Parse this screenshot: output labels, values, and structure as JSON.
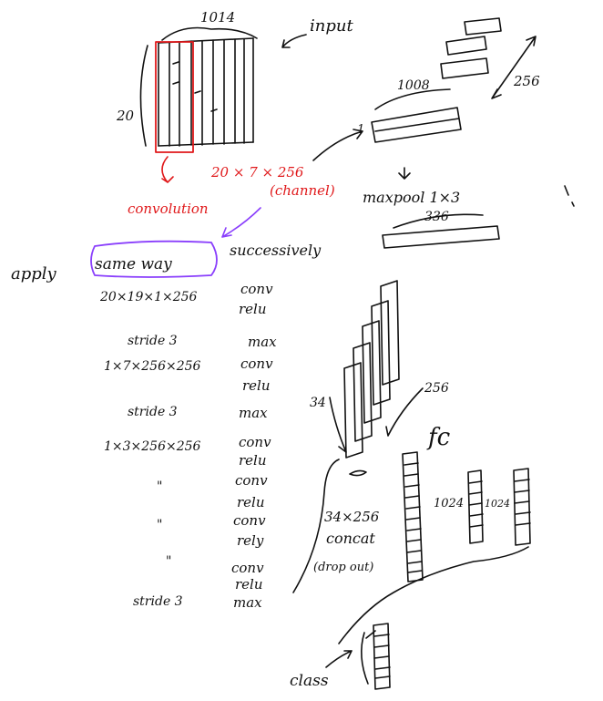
{
  "input": {
    "width_label": "1014",
    "height_label": "20",
    "title": "input"
  },
  "convolution": {
    "label": "convolution",
    "kernel_label": "20 × 7 × 256",
    "channel_label": "(channel)"
  },
  "feature_map": {
    "width_label": "1008",
    "depth_label": "256",
    "one_label": "1"
  },
  "maxpool": {
    "label": "maxpool 1×3",
    "width_label": "336"
  },
  "apply": {
    "apply_label": "apply",
    "same_way_label": "same way",
    "successively_label": "successively"
  },
  "layers": [
    {
      "shape": "20×19×1×256",
      "op1": "conv",
      "op2": "relu"
    },
    {
      "shape": "stride 3",
      "op1": "max",
      "op2": ""
    },
    {
      "shape": "1×7×256×256",
      "op1": "conv",
      "op2": "relu"
    },
    {
      "shape": "stride 3",
      "op1": "max",
      "op2": ""
    },
    {
      "shape": "1×3×256×256",
      "op1": "conv",
      "op2": "relu"
    },
    {
      "shape": "\"",
      "op1": "conv",
      "op2": "relu"
    },
    {
      "shape": "\"",
      "op1": "conv",
      "op2": "rely"
    },
    {
      "shape": "\"",
      "op1": "conv",
      "op2": "relu"
    },
    {
      "shape": "stride 3",
      "op1": "max",
      "op2": ""
    }
  ],
  "stack": {
    "height_label": "34",
    "depth_label": "256"
  },
  "concat": {
    "dims_label": "34×256",
    "concat_label": "concat",
    "dropout_label": "(drop out)"
  },
  "fc": {
    "label": "fc",
    "layer1_label": "1024",
    "layer2_label": "1024"
  },
  "output": {
    "class_label": "class"
  },
  "colors": {
    "ink": "#111111",
    "red": "#e0191b",
    "purple": "#8a3ffc"
  }
}
